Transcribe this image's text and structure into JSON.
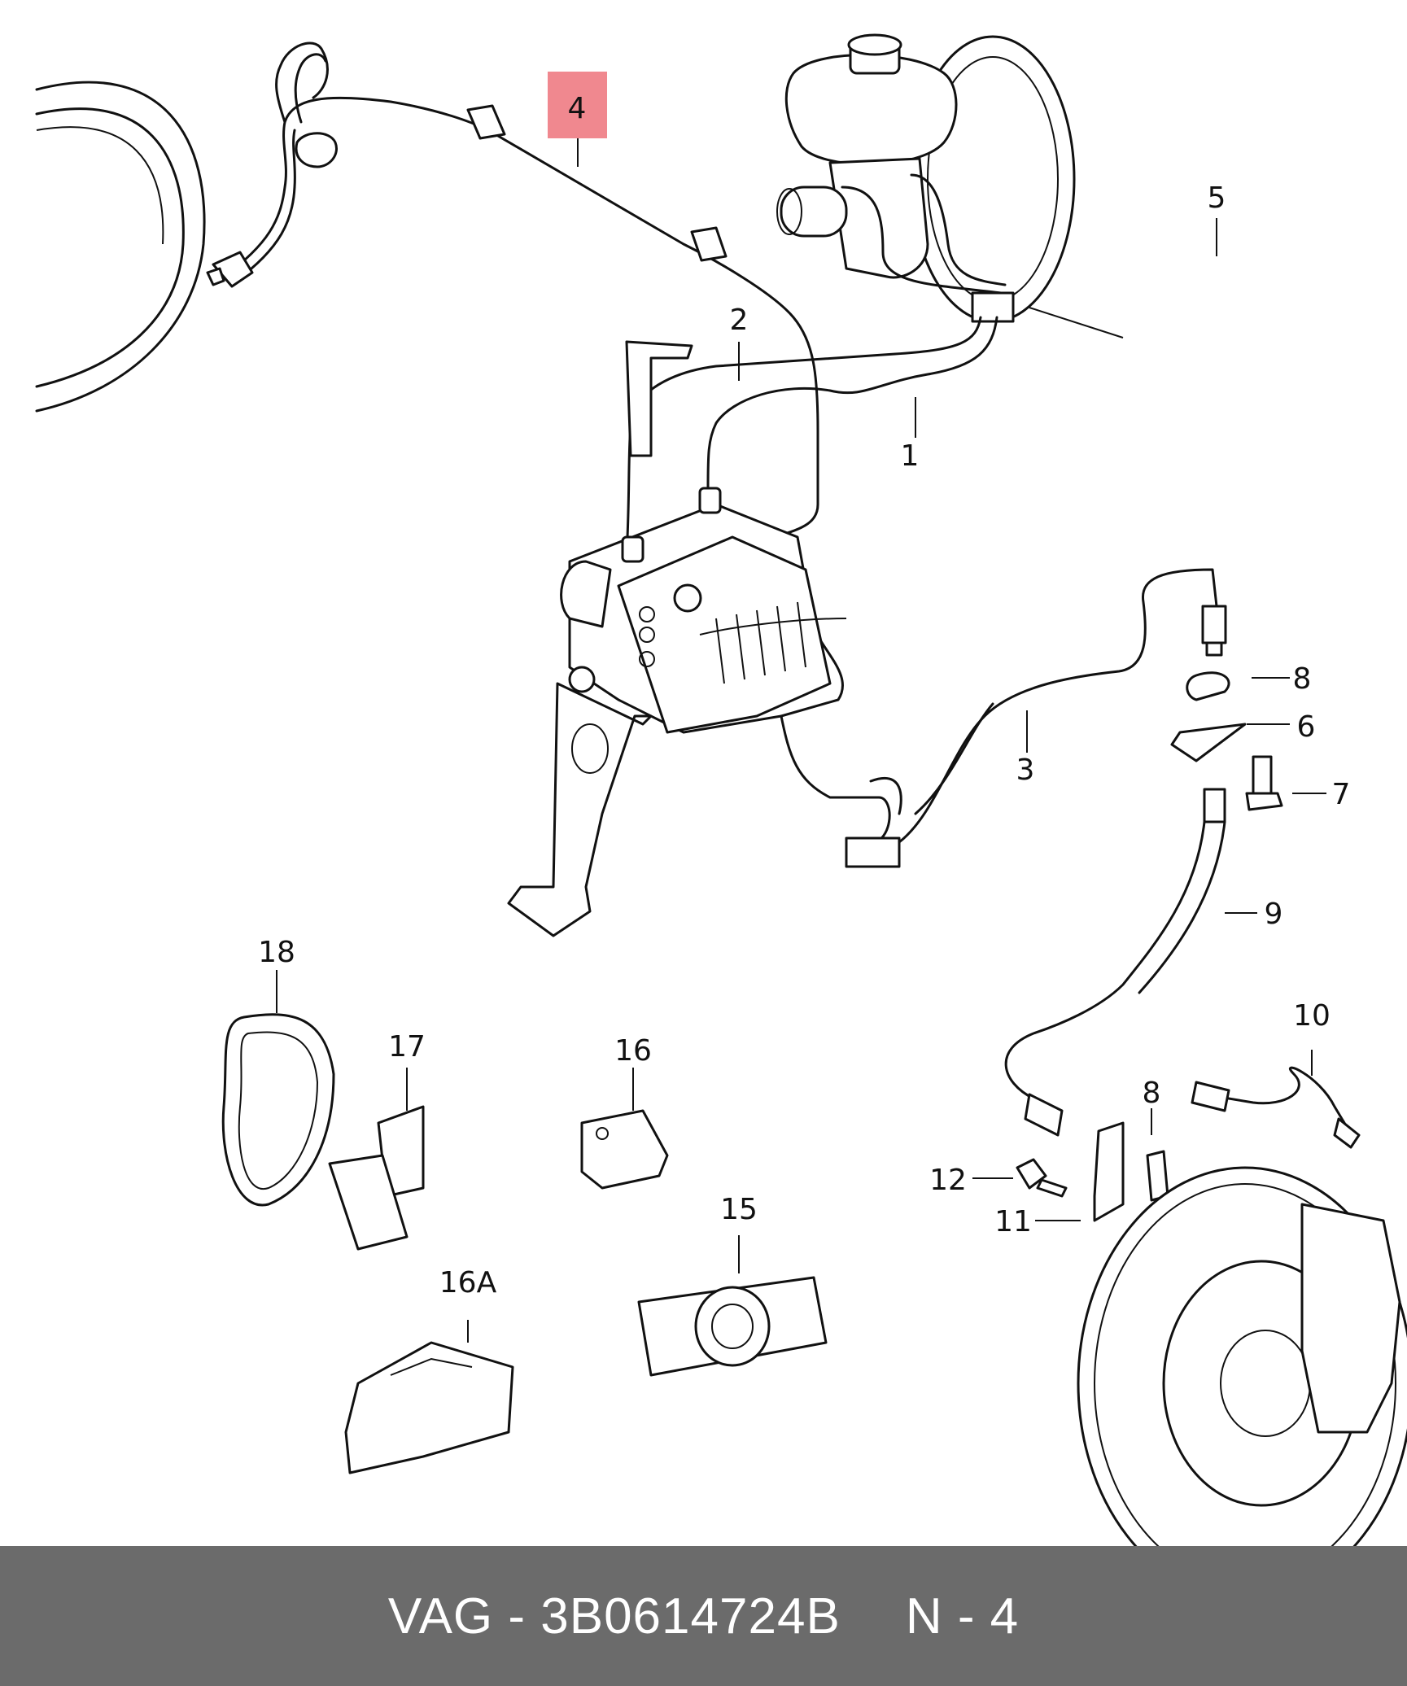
{
  "labels": {
    "l1": "1",
    "l2": "2",
    "l3": "3",
    "l4": "4",
    "l5": "5",
    "l6": "6",
    "l7": "7",
    "l8a": "8",
    "l8b": "8",
    "l9": "9",
    "l10": "10",
    "l11": "11",
    "l12": "12",
    "l15": "15",
    "l16": "16",
    "l16A": "16A",
    "l17": "17",
    "l18": "18"
  },
  "highlight": {
    "label": "4",
    "color": "#f0888f"
  },
  "footer": {
    "part": "VAG - 3B0614724B",
    "page": "N - 4"
  },
  "colors": {
    "footer_bg": "#6b6b6b",
    "footer_text": "#ffffff",
    "line": "#111111"
  }
}
